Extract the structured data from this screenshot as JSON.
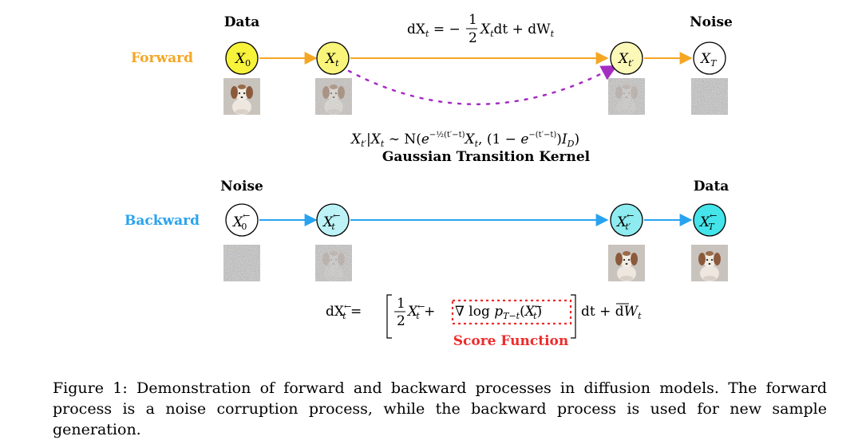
{
  "forward": {
    "row_label": "Forward",
    "left_header": "Data",
    "right_header": "Noise",
    "sde": "dXₜ = −½Xₜdt + dWₜ",
    "kernel_formula": "X_{t′}|Xₜ ∼ N(e^{−½(t′−t)}Xₜ, (1 − e^{−(t′−t)})I_D)",
    "kernel_label": "Gaussian Transition Kernel",
    "nodes": [
      {
        "base": "X",
        "sub": "0",
        "sup": "",
        "fill": "#f7f23a"
      },
      {
        "base": "X",
        "sub": "t",
        "sup": "",
        "fill": "#f9f57a"
      },
      {
        "base": "X",
        "sub": "t′",
        "sup": "",
        "fill": "#fbf8b8"
      },
      {
        "base": "X",
        "sub": "T",
        "sup": "",
        "fill": "#ffffff"
      }
    ],
    "images": [
      "dog",
      "noisy-dog",
      "noisy-faint-dog",
      "noise"
    ]
  },
  "backward": {
    "row_label": "Backward",
    "left_header": "Noise",
    "right_header": "Data",
    "sde": "dX←ₜ = [½X←ₜ + ∇log p_{T−t}(X←ₜ)] dt + dW̄ₜ",
    "score_label": "Score Function",
    "nodes": [
      {
        "base": "X",
        "sub": "0",
        "sup": "←",
        "fill": "#ffffff"
      },
      {
        "base": "X",
        "sub": "t",
        "sup": "←",
        "fill": "#bdf3f6"
      },
      {
        "base": "X",
        "sub": "t′",
        "sup": "←",
        "fill": "#8eecf0"
      },
      {
        "base": "X",
        "sub": "T",
        "sup": "←",
        "fill": "#44e4ea"
      }
    ],
    "images": [
      "noise",
      "noisy-faint-dog",
      "dog",
      "dog"
    ]
  },
  "caption": "Figure 1: Demonstration of forward and backward processes in diffusion models. The forward process is a noise corruption process, while the backward process is used for new sample generation.",
  "colors": {
    "forward": "#f5a623",
    "backward": "#29a3ef",
    "dashed_arc": "#a52cc2",
    "score_box": "#ee2b2b"
  }
}
